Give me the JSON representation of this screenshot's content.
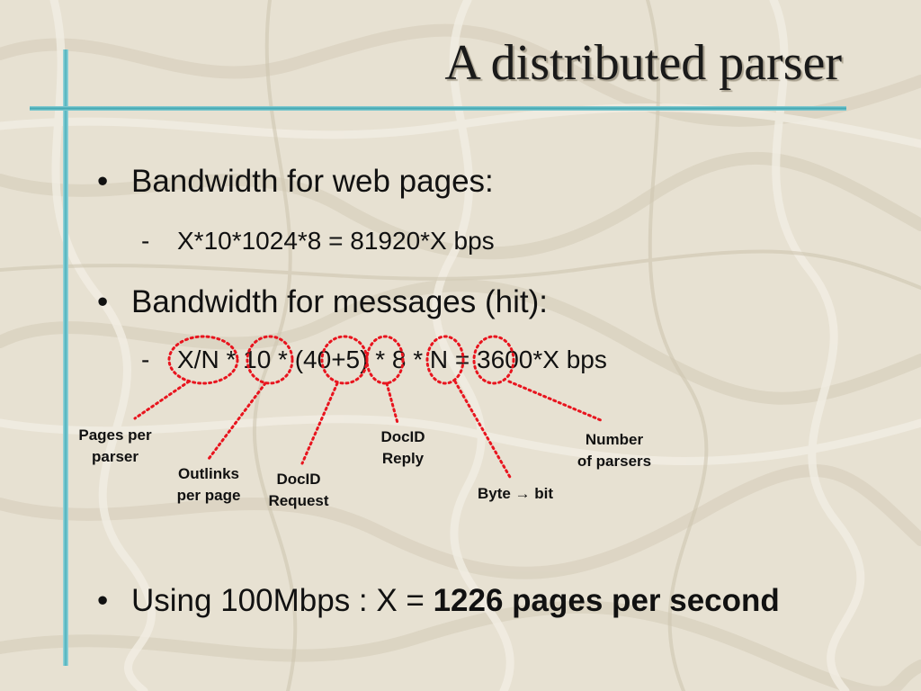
{
  "slide": {
    "title": "A distributed parser",
    "bullets": [
      {
        "marker": "•",
        "text": "Bandwidth for web pages:"
      },
      {
        "marker": "•",
        "text": "Bandwidth for messages (hit):"
      },
      {
        "marker": "•",
        "text": "Using 100Mbps : X = ",
        "emphasis": "1226 pages per second"
      }
    ],
    "subitems": [
      {
        "marker": "-",
        "text": "X*10*1024*8 = 81920*X bps"
      },
      {
        "marker": "-",
        "text": "X/N * 10 * (40+5) * 8 * N = 3600*X bps"
      }
    ],
    "annotations": {
      "pages_per_parser": {
        "line1": "Pages per",
        "line2": "parser"
      },
      "outlinks_per_page": {
        "line1": "Outlinks",
        "line2": "per page"
      },
      "docid_request": {
        "line1": "DocID",
        "line2": "Request"
      },
      "docid_reply": {
        "line1": "DocID",
        "line2": "Reply"
      },
      "byte_to_bit": {
        "line1": "Byte → bit"
      },
      "number_of_parsers": {
        "line1": "Number",
        "line2": "of parsers"
      }
    }
  },
  "colors": {
    "accent_bar": "#4fb3bd",
    "annotation_red": "#e8141e",
    "background": "#e7e1d2"
  }
}
